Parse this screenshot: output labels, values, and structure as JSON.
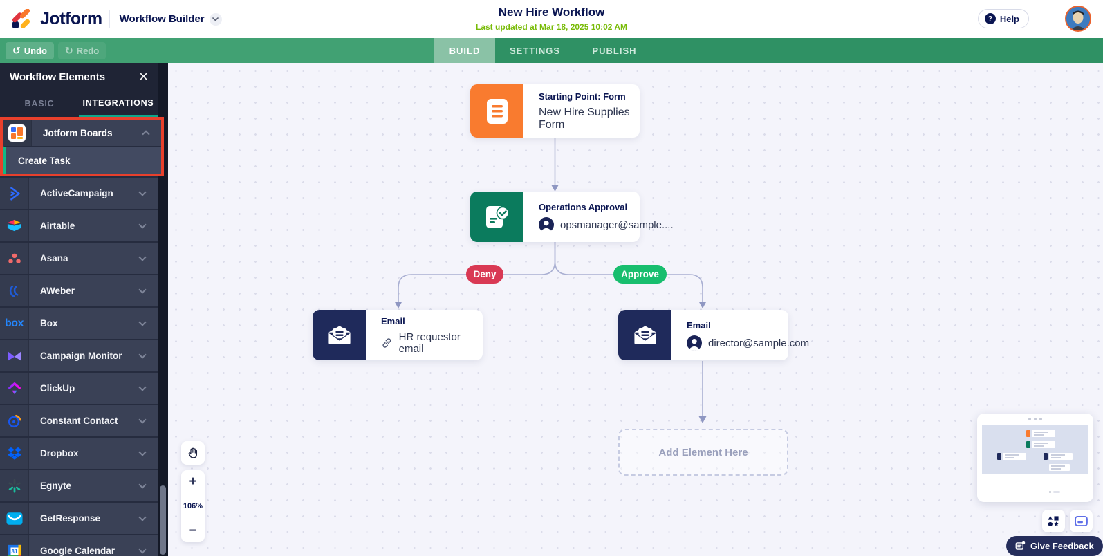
{
  "header": {
    "brand": "Jotform",
    "product_label": "Workflow Builder",
    "title": "New Hire Workflow",
    "subtitle": "Last updated at Mar 18, 2025 10:02 AM",
    "help_label": "Help"
  },
  "toolbar": {
    "undo": "Undo",
    "redo": "Redo",
    "tabs": [
      {
        "label": "BUILD",
        "active": true
      },
      {
        "label": "SETTINGS",
        "active": false
      },
      {
        "label": "PUBLISH",
        "active": false
      }
    ]
  },
  "sidebar": {
    "title": "Workflow Elements",
    "tab_basic": "BASIC",
    "tab_integrations": "INTEGRATIONS",
    "group": {
      "label": "Jotform Boards",
      "sub_item": "Create Task"
    },
    "items": [
      "ActiveCampaign",
      "Airtable",
      "Asana",
      "AWeber",
      "Box",
      "Campaign Monitor",
      "ClickUp",
      "Constant Contact",
      "Dropbox",
      "Egnyte",
      "GetResponse",
      "Google Calendar"
    ]
  },
  "canvas": {
    "start_node": {
      "title": "Starting Point: Form",
      "subtitle": "New Hire Supplies Form"
    },
    "approval_node": {
      "title": "Operations Approval",
      "subtitle": "opsmanager@sample...."
    },
    "branch_deny": "Deny",
    "branch_approve": "Approve",
    "email_deny_node": {
      "title": "Email",
      "subtitle": "HR requestor email"
    },
    "email_approve_node": {
      "title": "Email",
      "subtitle": "director@sample.com"
    },
    "placeholder": "Add Element Here",
    "zoom_level": "106%"
  },
  "footer": {
    "feedback": "Give Feedback"
  },
  "colors": {
    "navy": "#0A1551",
    "lime_green": "#78BB07",
    "toolbar_green": "#2F9164",
    "deny_red": "#D93954",
    "approve_green": "#18BE6E",
    "highlight_red": "#E8402C",
    "start_orange": "#F97B2F",
    "approval_teal": "#0B7B5D",
    "email_navy": "#1F2A5B"
  }
}
